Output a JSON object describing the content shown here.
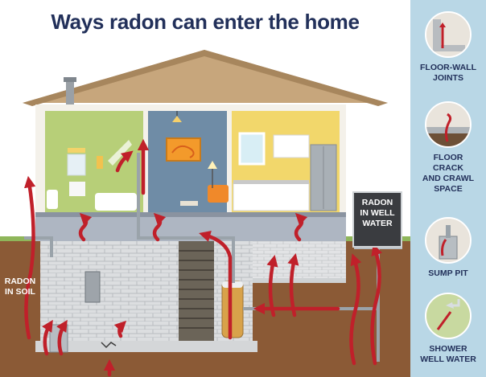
{
  "title": "Ways radon can enter the home",
  "labels": {
    "well_sign": "RADON\nIN WELL\nWATER",
    "soil": "RADON\nIN SOIL"
  },
  "side_panel": {
    "items": [
      {
        "label": "FLOOR-WALL\nJOINTS",
        "icon": "floor-wall-joint-icon"
      },
      {
        "label": "FLOOR\nCRACK\nAND CRAWL\nSPACE",
        "icon": "floor-crack-icon"
      },
      {
        "label": "SUMP PIT",
        "icon": "sump-pit-icon"
      },
      {
        "label": "SHOWER\nWELL WATER",
        "icon": "shower-icon"
      }
    ]
  },
  "colors": {
    "title": "#22305a",
    "radon_arrow": "#c0202a",
    "soil": "#8b5a36",
    "side_panel": "#b9d7e6",
    "roof": "#c7a67c",
    "foundation": "#d4d6d8"
  }
}
